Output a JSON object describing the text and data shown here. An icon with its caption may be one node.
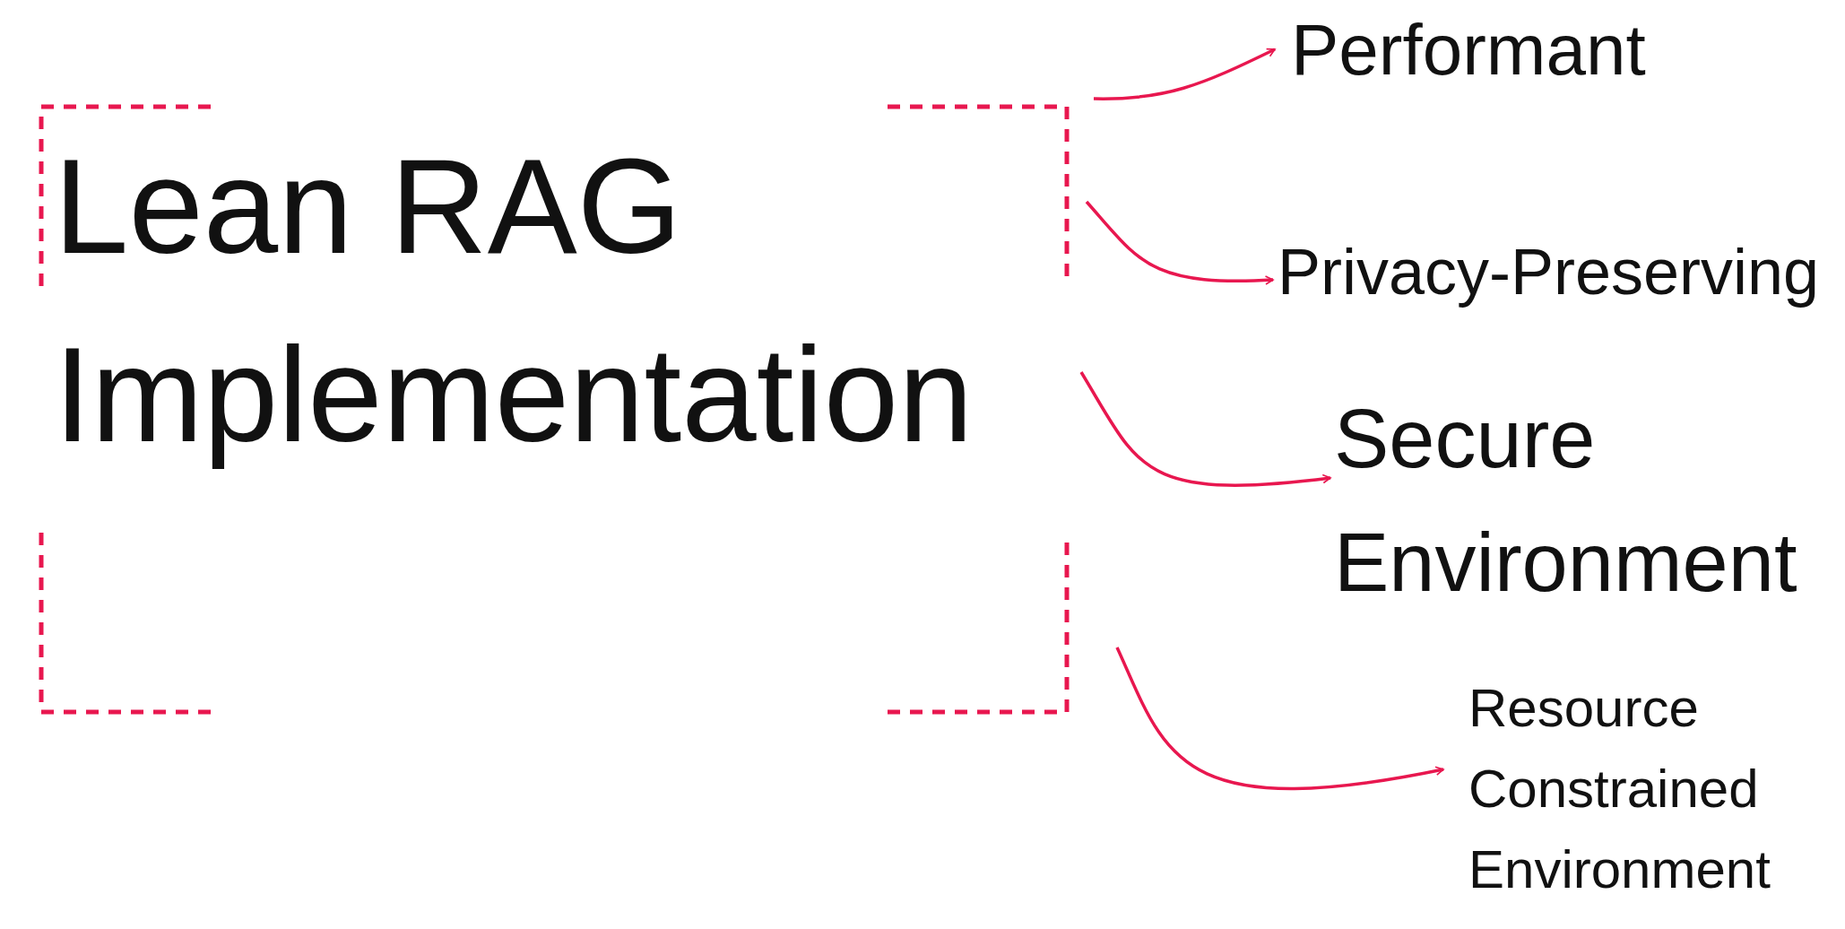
{
  "diagram": {
    "nodes": [
      {
        "text": [
          "Lean RAG Implementation"
        ]
      },
      {
        "text": [
          "Performant"
        ]
      },
      {
        "text": [
          "Privacy-Preserving"
        ]
      },
      {
        "text": [
          "Secure Environment"
        ]
      },
      {
        "text": [
          "Resource Constrained Environment"
        ]
      }
    ],
    "edges": [
      {
        "from": 0,
        "to": 1,
        "arrow": "to"
      },
      {
        "from": 0,
        "to": 2,
        "arrow": "to"
      },
      {
        "from": 0,
        "to": 3,
        "arrow": "to"
      },
      {
        "from": 0,
        "to": 4,
        "arrow": "to"
      }
    ]
  }
}
